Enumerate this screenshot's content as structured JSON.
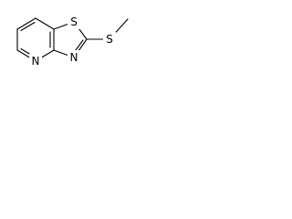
{
  "atoms": {
    "ring_sulfur": "S",
    "exo_sulfur": "S",
    "thiazole_nitrogen": "N",
    "pyridine_nitrogen": "N"
  }
}
